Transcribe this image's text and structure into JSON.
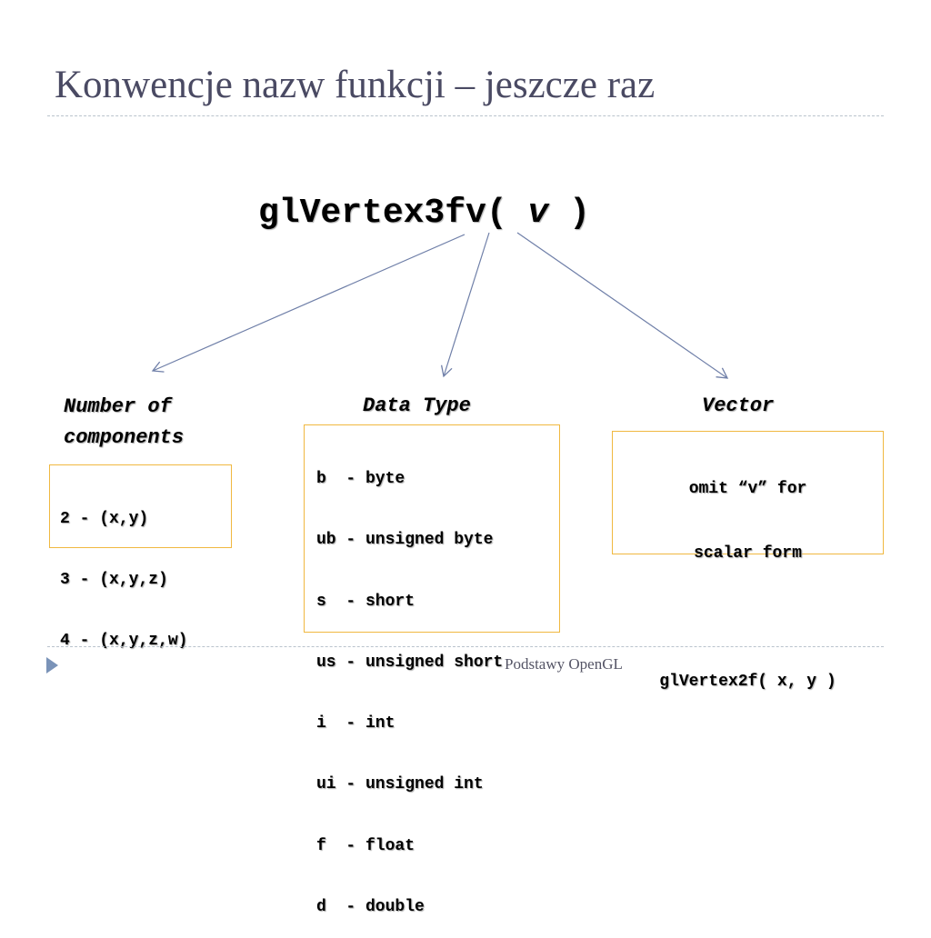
{
  "slide": {
    "title": "Konwencje nazw funkcji – jeszcze raz",
    "footer": "Podstawy OpenGL"
  },
  "function": {
    "name": "glVertex3fv(",
    "arg": "v",
    "close": ")"
  },
  "components": {
    "heading_line1": "Number of",
    "heading_line2": "components",
    "items": [
      "2 - (x,y)",
      "3 - (x,y,z)",
      "4 - (x,y,z,w)"
    ]
  },
  "data_type": {
    "heading": "Data Type",
    "items": [
      "b  - byte",
      "ub - unsigned byte",
      "s  - short",
      "us - unsigned short",
      "i  - int",
      "ui - unsigned int",
      "f  - float",
      "d  - double"
    ]
  },
  "vector": {
    "heading": "Vector",
    "line1": "omit “v” for",
    "line2": "scalar form",
    "example": "glVertex2f( x, y )"
  },
  "colors": {
    "title": "#4a4a63",
    "box_border": "#f0b840",
    "arrow": "#6f7fa8",
    "bullet": "#7a93b8"
  }
}
